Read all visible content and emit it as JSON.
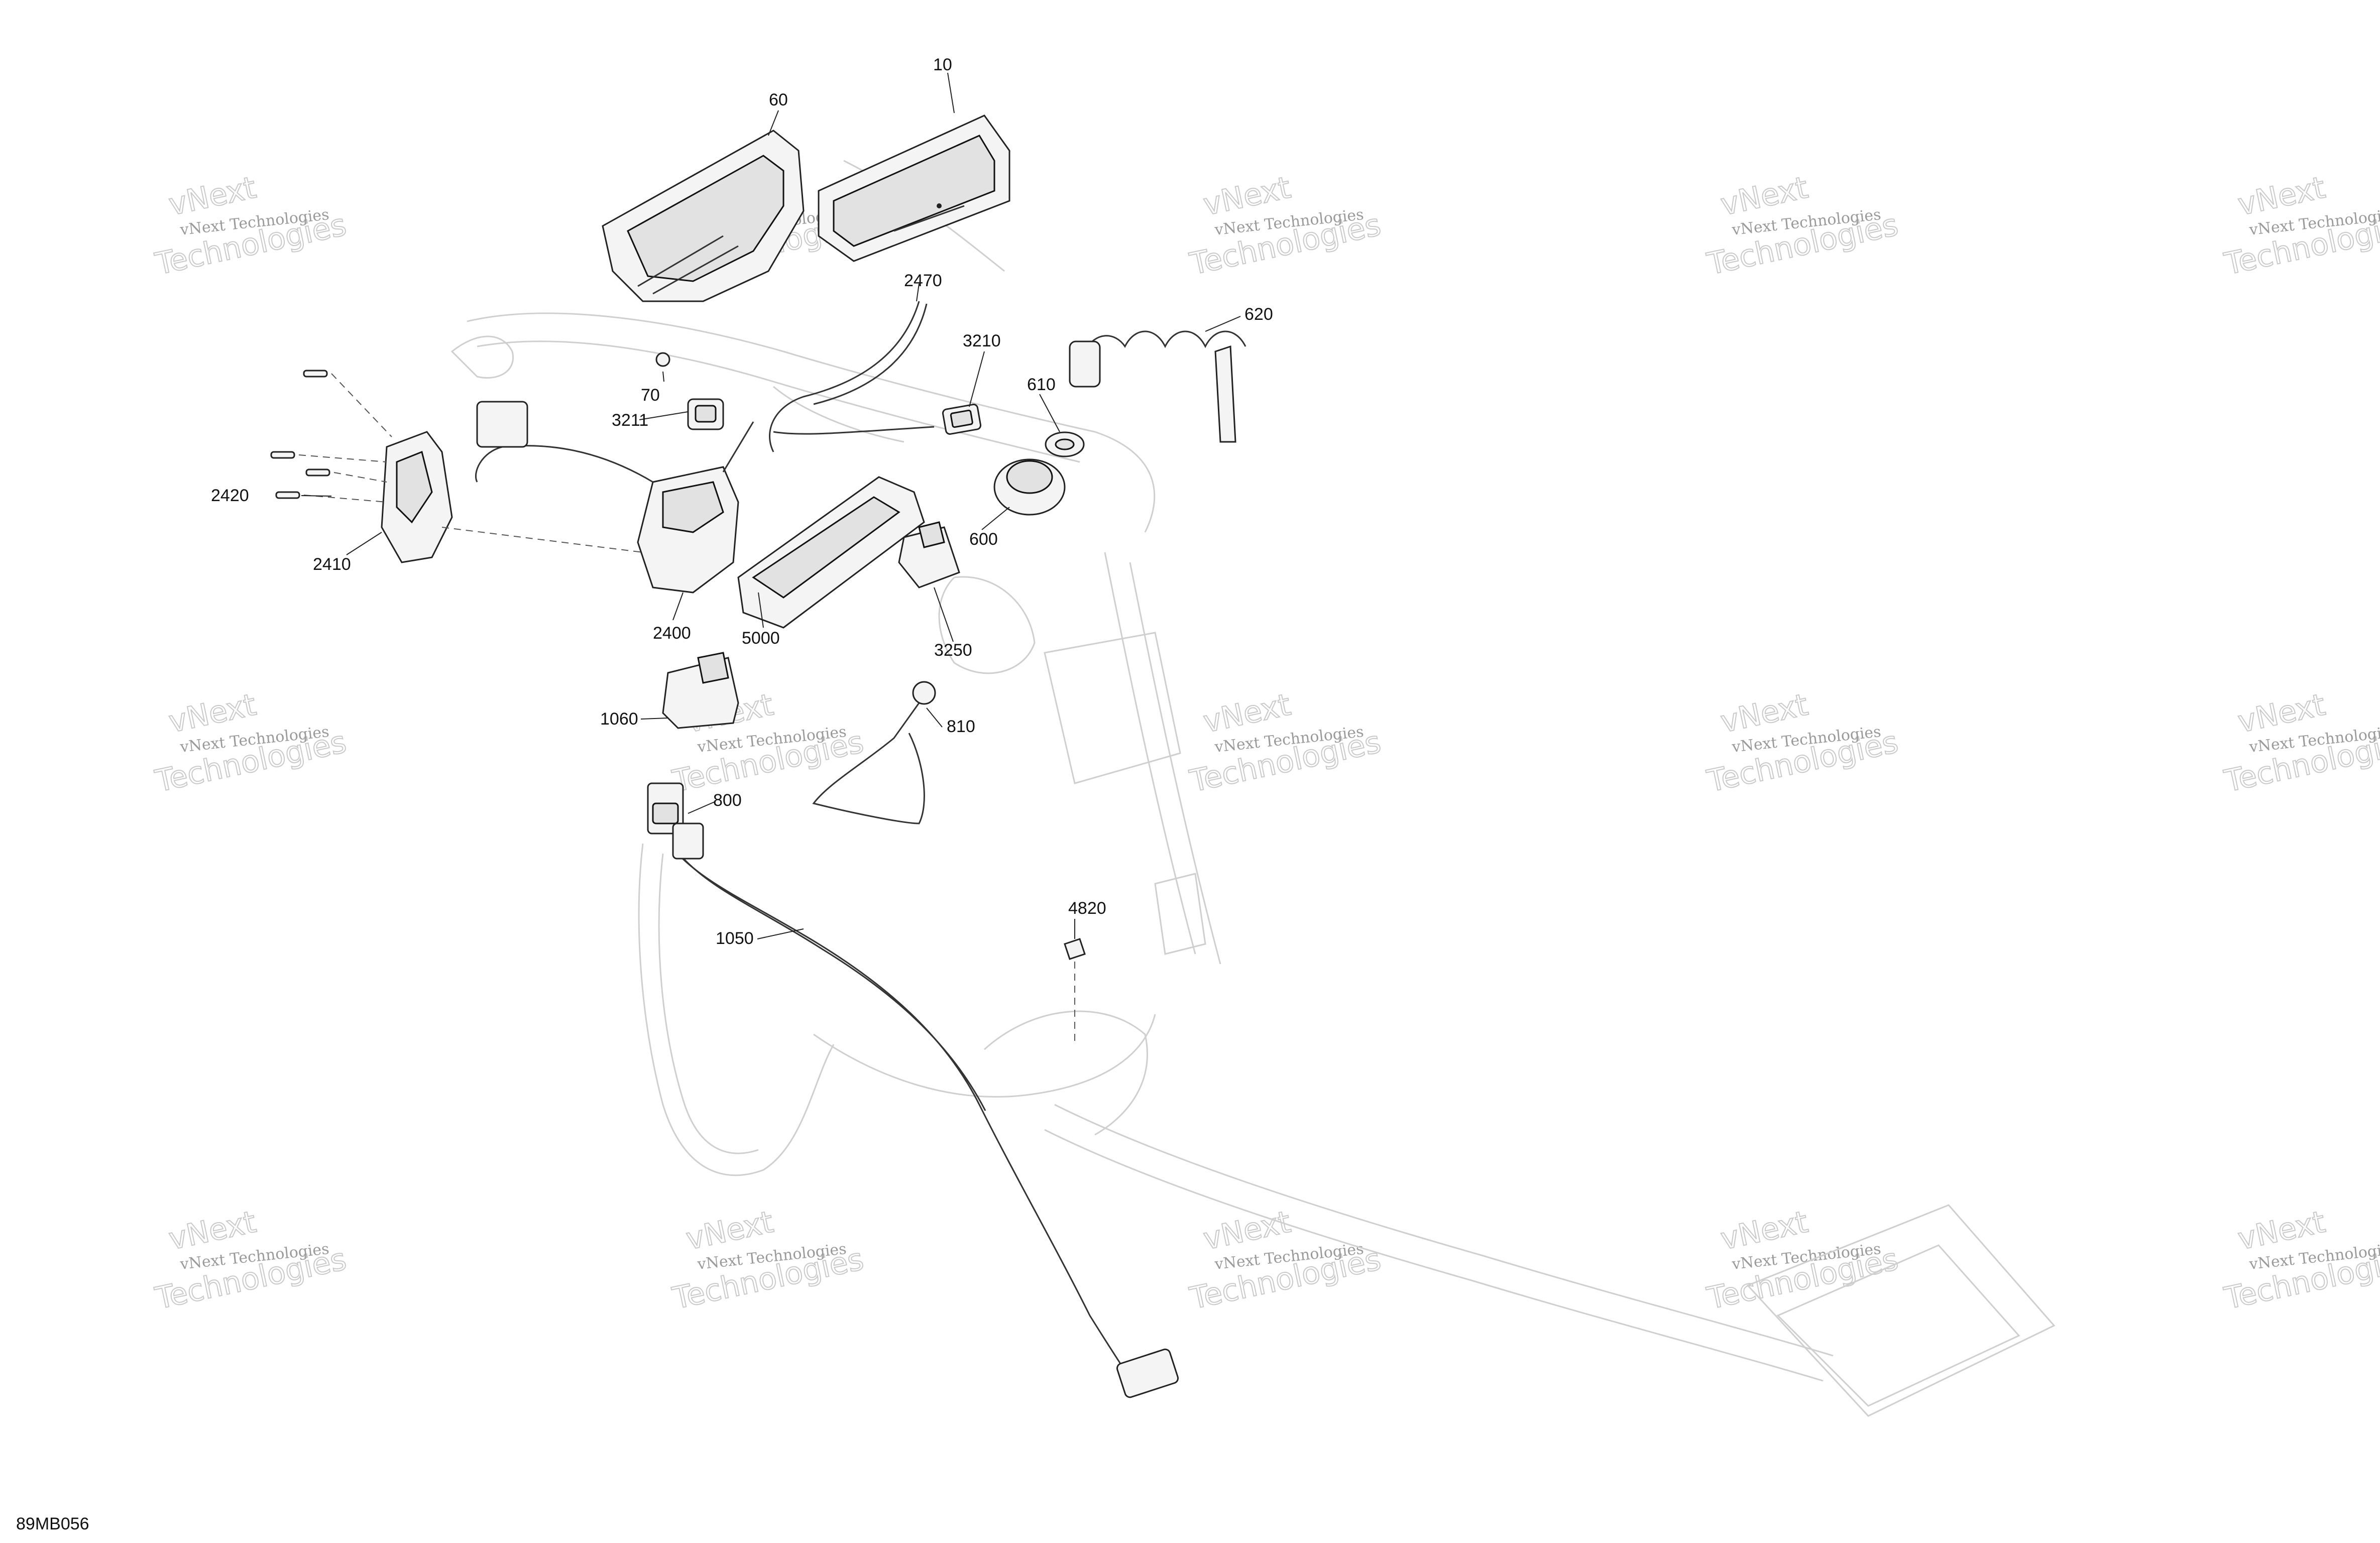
{
  "drawing_code": "89MB056",
  "watermark_text": "vNext Technologies",
  "watermark_big_top": "vNext",
  "watermark_big_bottom": "Technologies",
  "callouts": {
    "p10": "10",
    "p60": "60",
    "p70": "70",
    "p600": "600",
    "p610": "610",
    "p620": "620",
    "p800": "800",
    "p810": "810",
    "p1050": "1050",
    "p1060": "1060",
    "p2400": "2400",
    "p2410": "2410",
    "p2420": "2420",
    "p2470": "2470",
    "p3210": "3210",
    "p3211": "3211",
    "p3250": "3250",
    "p4820": "4820",
    "p5000": "5000"
  }
}
